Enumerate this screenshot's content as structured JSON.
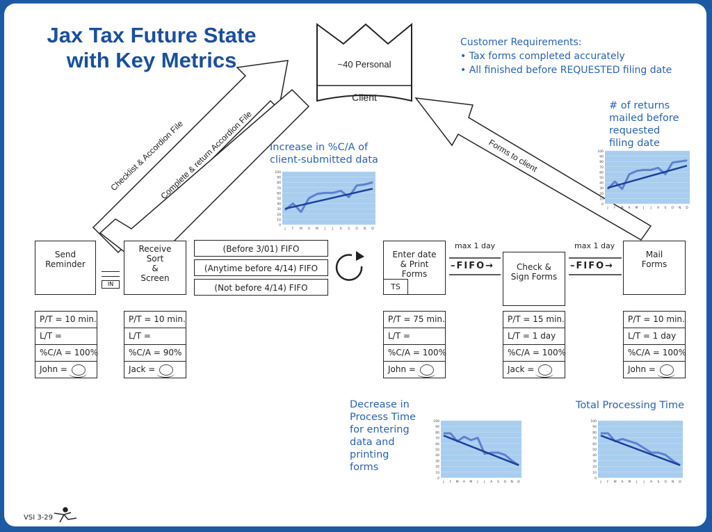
{
  "title_lines": [
    "Jax Tax Future State",
    "with Key Metrics"
  ],
  "client": {
    "label_top": "~40 Personal",
    "label_bottom": "Client"
  },
  "customer_requirements": {
    "heading": "Customer Requirements:",
    "items": [
      "• Tax forms completed accurately",
      "• All finished before REQUESTED filing date"
    ]
  },
  "arrows": {
    "a1": "Checklist & Accordion File",
    "a2": "Complete & return Accordion File",
    "a3": "Forms to client"
  },
  "processes": [
    {
      "label": "Send\nReminder",
      "data": [
        "P/T = 10 min.",
        "L/T =",
        "%C/A = 100%",
        "John ="
      ]
    },
    {
      "label": "Receive\nSort\n&\nScreen",
      "data": [
        "P/T = 10 min.",
        "L/T =",
        "%C/A = 90%",
        "Jack ="
      ]
    },
    {
      "label": "Enter date\n& Print\nForms",
      "data": [
        "P/T = 75 min.",
        "L/T =",
        "%C/A = 100%",
        "John ="
      ]
    },
    {
      "label": "Check &\nSign Forms",
      "data": [
        "P/T = 15 min.",
        "L/T = 1 day",
        "%C/A = 100%",
        "Jack ="
      ]
    },
    {
      "label": "Mail\nForms",
      "data": [
        "P/T = 10 min.",
        "L/T = 1 day",
        "%C/A = 100%",
        "John ="
      ]
    }
  ],
  "ts_label": "TS",
  "in_label": "IN",
  "fifo_lanes": [
    "(Before 3/01) FIFO",
    "(Anytime before 4/14) FIFO",
    "(Not before 4/14) FIFO"
  ],
  "fifo_links": [
    {
      "top": "max 1 day",
      "label": "FIFO"
    },
    {
      "top": "max 1 day",
      "label": "FIFO"
    }
  ],
  "metrics": {
    "m1": "Increase in %C/A of\nclient-submitted data",
    "m2": "# of returns\nmailed before\nrequested\nfiling date",
    "m3": "Decrease in\nProcess Time\nfor entering\ndata and\nprinting\nforms",
    "m4": "Total Processing Time"
  },
  "footer": "VSI 3-29",
  "colors": {
    "title": "#1b4f9c",
    "accent": "#2a62ad",
    "chart_bg": "#a8cdee",
    "chart_line": "#5f7fd0",
    "trend": "#1a3f9a",
    "border": "#1d5aa3"
  },
  "chart_data": [
    {
      "type": "line",
      "categories": [
        "J",
        "F",
        "M",
        "A",
        "M",
        "J",
        "J",
        "A",
        "S",
        "O",
        "N",
        "D"
      ],
      "yticks": [
        "100",
        "90",
        "80",
        "70",
        "60",
        "50",
        "40",
        "30",
        "20",
        "10",
        "0"
      ],
      "ylim": [
        0,
        100
      ],
      "values": [
        28,
        40,
        24,
        50,
        58,
        60,
        60,
        64,
        52,
        74,
        76,
        80
      ],
      "trend": [
        30,
        68
      ]
    },
    {
      "type": "line",
      "categories": [
        "J",
        "F",
        "M",
        "A",
        "M",
        "J",
        "J",
        "A",
        "S",
        "O",
        "N",
        "D"
      ],
      "yticks": [
        "100",
        "90",
        "80",
        "70",
        "60",
        "50",
        "40",
        "30",
        "20",
        "10",
        "0"
      ],
      "ylim": [
        0,
        100
      ],
      "values": [
        28,
        42,
        28,
        56,
        62,
        64,
        64,
        68,
        56,
        78,
        80,
        82
      ],
      "trend": [
        30,
        72
      ]
    },
    {
      "type": "line",
      "categories": [
        "J",
        "F",
        "M",
        "A",
        "M",
        "J",
        "J",
        "A",
        "S",
        "O",
        "N",
        "D"
      ],
      "yticks": [
        "100",
        "90",
        "80",
        "70",
        "60",
        "50",
        "40",
        "30",
        "20",
        "10",
        "0"
      ],
      "ylim": [
        0,
        100
      ],
      "values": [
        78,
        78,
        64,
        72,
        66,
        70,
        42,
        44,
        44,
        40,
        30,
        22
      ],
      "trend": [
        74,
        22
      ]
    },
    {
      "type": "line",
      "categories": [
        "J",
        "F",
        "M",
        "A",
        "M",
        "J",
        "J",
        "A",
        "S",
        "O",
        "N",
        "D"
      ],
      "yticks": [
        "100",
        "90",
        "80",
        "70",
        "60",
        "50",
        "40",
        "30",
        "20",
        "10",
        "0"
      ],
      "ylim": [
        0,
        100
      ],
      "values": [
        78,
        78,
        64,
        68,
        64,
        60,
        52,
        44,
        44,
        40,
        30,
        22
      ],
      "trend": [
        74,
        22
      ]
    }
  ]
}
